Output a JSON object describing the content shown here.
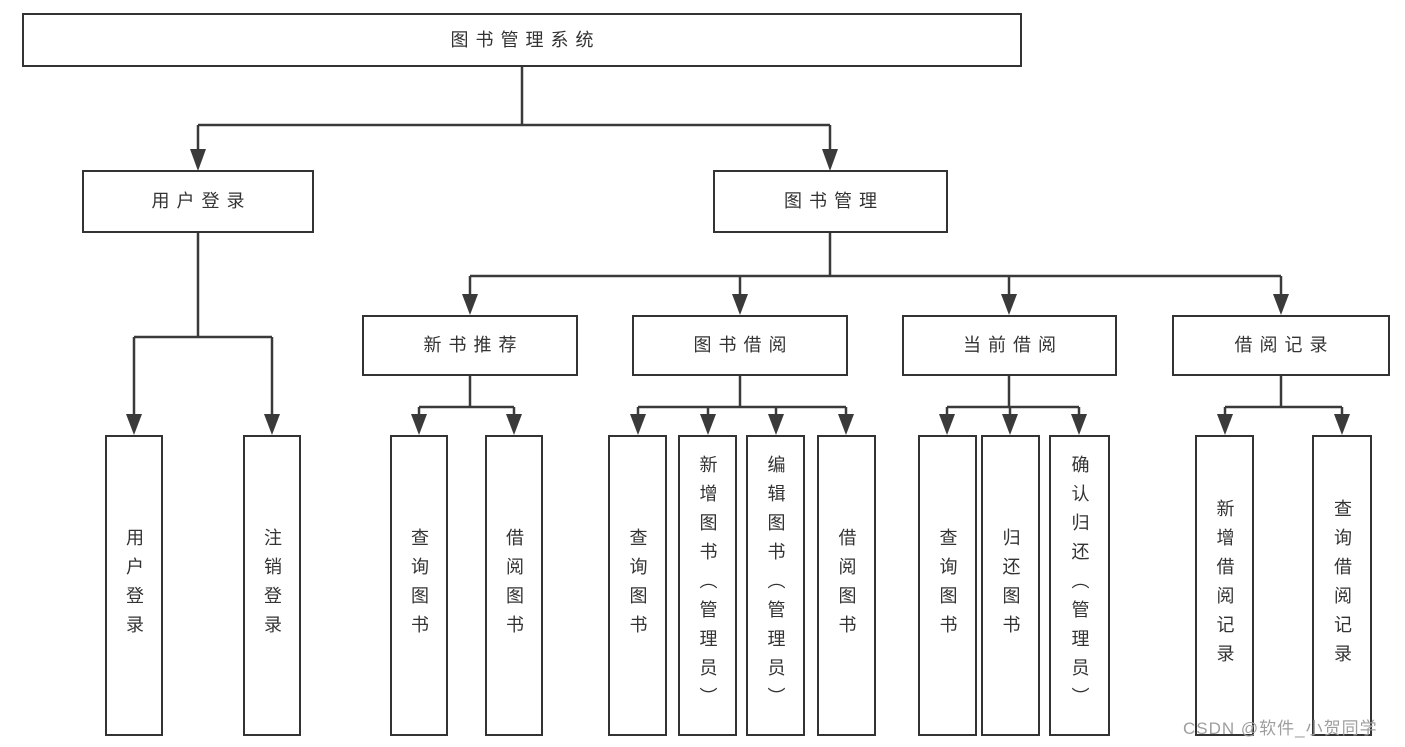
{
  "diagram": {
    "root": {
      "label": "图书管理系统"
    },
    "branches": [
      {
        "label": "用户登录",
        "children": [
          {
            "label": "用户登录"
          },
          {
            "label": "注销登录"
          }
        ]
      },
      {
        "label": "图书管理",
        "children": [
          {
            "label": "新书推荐",
            "children": [
              {
                "label": "查询图书"
              },
              {
                "label": "借阅图书"
              }
            ]
          },
          {
            "label": "图书借阅",
            "children": [
              {
                "label": "查询图书"
              },
              {
                "label": "新增图书（管理员）"
              },
              {
                "label": "编辑图书（管理员）"
              },
              {
                "label": "借阅图书"
              }
            ]
          },
          {
            "label": "当前借阅",
            "children": [
              {
                "label": "查询图书"
              },
              {
                "label": "归还图书"
              },
              {
                "label": "确认归还（管理员）"
              }
            ]
          },
          {
            "label": "借阅记录",
            "children": [
              {
                "label": "新增借阅记录"
              },
              {
                "label": "查询借阅记录"
              }
            ]
          }
        ]
      }
    ]
  },
  "watermark": {
    "text": "CSDN @软件_小贺同学"
  },
  "colors": {
    "line": "#3a3a3a",
    "box_border": "#333333",
    "text": "#333333",
    "background": "#ffffff",
    "watermark": "#9e9e9e"
  }
}
